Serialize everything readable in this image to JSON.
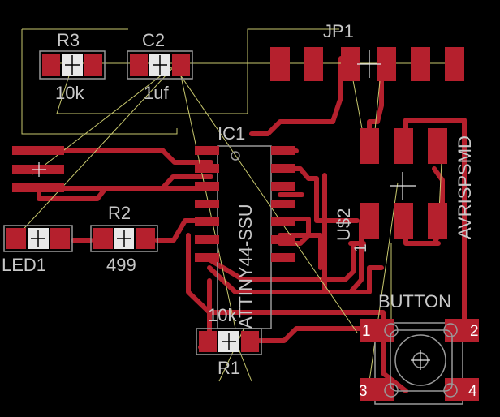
{
  "colors": {
    "background": "#000000",
    "copper": "#b5202d",
    "silkscreen": "#c8c8c8",
    "outline": "#9a9a9a",
    "airwire": "#c8c86e"
  },
  "labels": {
    "r3_name": "R3",
    "r3_value": "10k",
    "c2_name": "C2",
    "c2_value": "1uf",
    "jp1_name": "JP1",
    "ic1_name": "IC1",
    "ic1_value": "ATTINY44-SSU",
    "r2_name": "R2",
    "r2_value": "499",
    "led1_name": "LED1",
    "r1_value": "10k",
    "r1_name": "R1",
    "us2_name": "U$2",
    "us2_pin": "1",
    "avrisp_name": "AVRISPSMD",
    "button_name": "BUTTON",
    "button_pin1": "1",
    "button_pin2": "2",
    "button_pin3": "3",
    "button_pin4": "4"
  }
}
